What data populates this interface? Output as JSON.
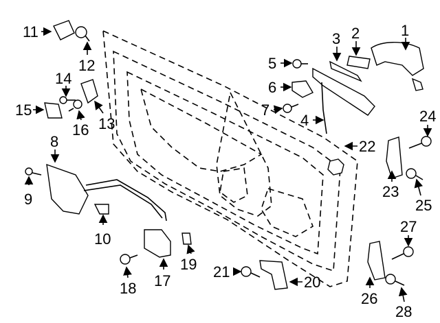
{
  "labels": {
    "p1": "1",
    "p2": "2",
    "p3": "3",
    "p4": "4",
    "p5": "5",
    "p6": "6",
    "p7": "7",
    "p8": "8",
    "p9": "9",
    "p10": "10",
    "p11": "11",
    "p12": "12",
    "p13": "13",
    "p14": "14",
    "p15": "15",
    "p16": "16",
    "p17": "17",
    "p18": "18",
    "p19": "19",
    "p20": "20",
    "p21": "21",
    "p22": "22",
    "p23": "23",
    "p24": "24",
    "p25": "25",
    "p26": "26",
    "p27": "27",
    "p28": "28"
  },
  "colors": {
    "ink": "#000000",
    "paper": "#ffffff"
  }
}
